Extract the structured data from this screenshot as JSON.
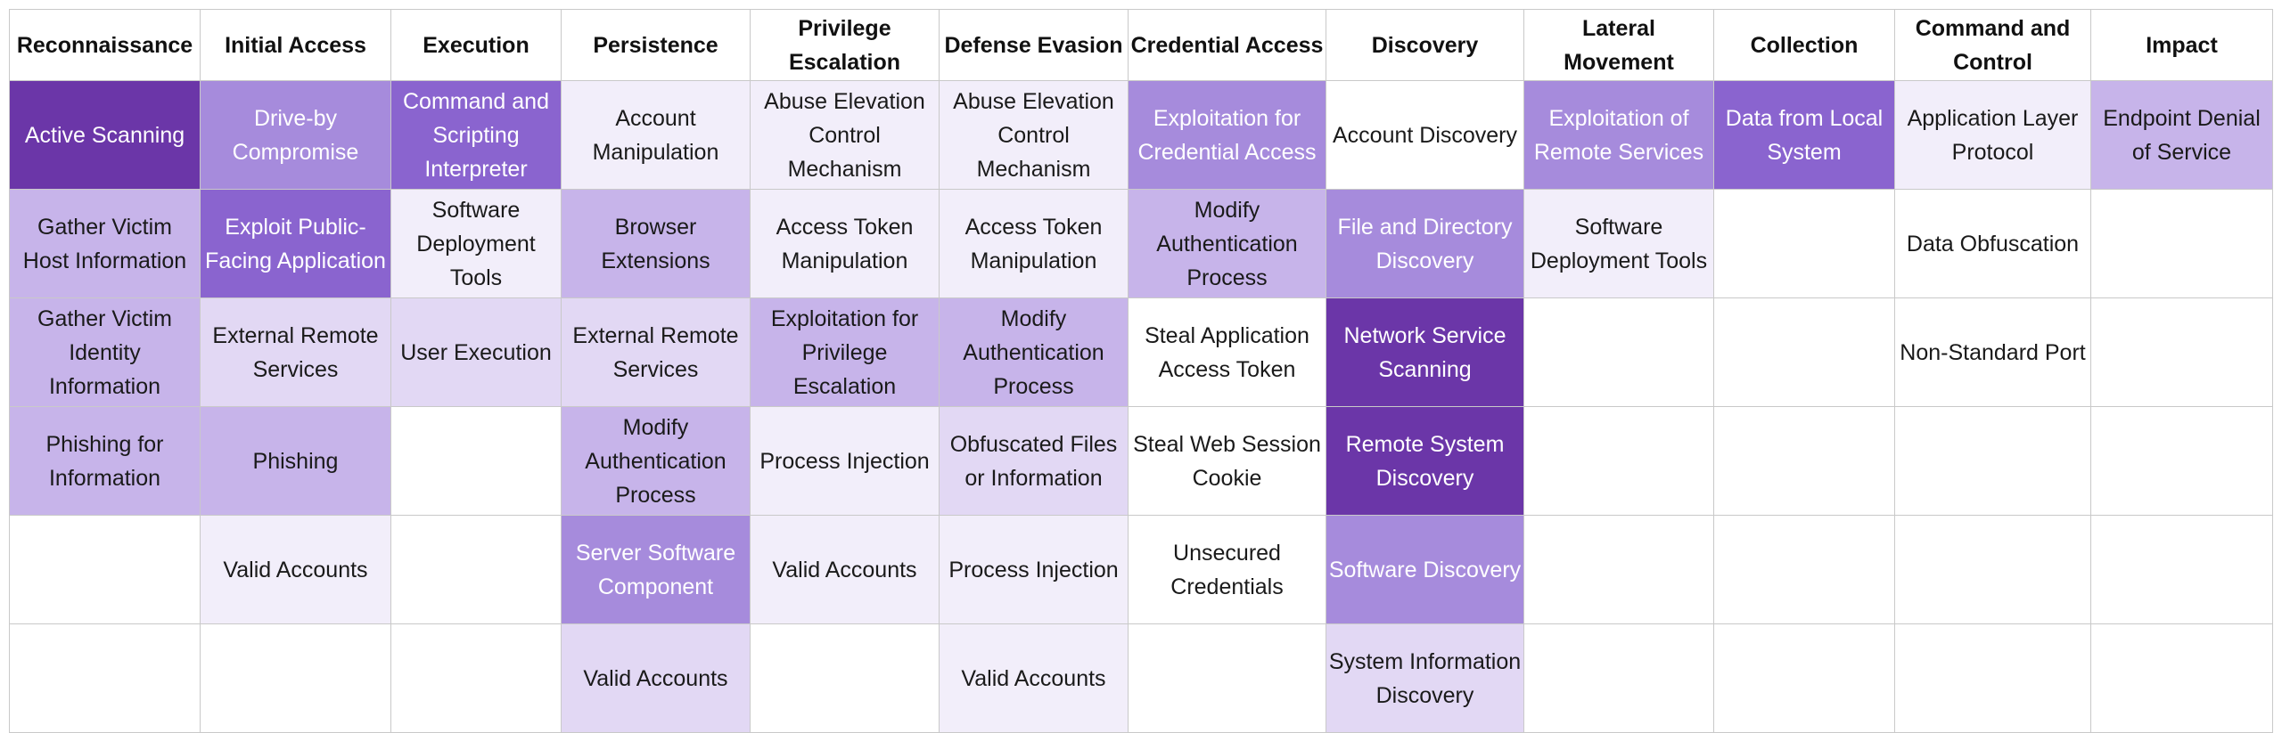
{
  "matrix": {
    "columns": [
      {
        "header": "Reconnaissance",
        "cells": [
          {
            "text": "Active Scanning",
            "level": 6
          },
          {
            "text": "Gather Victim Host Information",
            "level": 3
          },
          {
            "text": "Gather Victim Identity Information",
            "level": 3
          },
          {
            "text": "Phishing for Information",
            "level": 3
          },
          {
            "text": "",
            "level": 0
          },
          {
            "text": "",
            "level": 0
          }
        ]
      },
      {
        "header": "Initial Access",
        "cells": [
          {
            "text": "Drive-by Compromise",
            "level": 4
          },
          {
            "text": "Exploit Public-Facing Application",
            "level": 5
          },
          {
            "text": "External Remote Services",
            "level": 2
          },
          {
            "text": "Phishing",
            "level": 3
          },
          {
            "text": "Valid Accounts",
            "level": 1
          },
          {
            "text": "",
            "level": 0
          }
        ]
      },
      {
        "header": "Execution",
        "cells": [
          {
            "text": "Command and Scripting Interpreter",
            "level": 5
          },
          {
            "text": "Software Deployment Tools",
            "level": 1
          },
          {
            "text": "User Execution",
            "level": 2
          },
          {
            "text": "",
            "level": 0
          },
          {
            "text": "",
            "level": 0
          },
          {
            "text": "",
            "level": 0
          }
        ]
      },
      {
        "header": "Persistence",
        "cells": [
          {
            "text": "Account Manipulation",
            "level": 1
          },
          {
            "text": "Browser Extensions",
            "level": 3
          },
          {
            "text": "External Remote Services",
            "level": 2
          },
          {
            "text": "Modify Authentication Process",
            "level": 3
          },
          {
            "text": "Server Software Component",
            "level": 4
          },
          {
            "text": "Valid Accounts",
            "level": 2
          }
        ]
      },
      {
        "header": "Privilege Escalation",
        "cells": [
          {
            "text": "Abuse Elevation Control Mechanism",
            "level": 1
          },
          {
            "text": "Access Token Manipulation",
            "level": 1
          },
          {
            "text": "Exploitation for Privilege Escalation",
            "level": 3
          },
          {
            "text": "Process Injection",
            "level": 1
          },
          {
            "text": "Valid Accounts",
            "level": 1
          },
          {
            "text": "",
            "level": 0
          }
        ]
      },
      {
        "header": "Defense Evasion",
        "cells": [
          {
            "text": "Abuse Elevation Control Mechanism",
            "level": 1
          },
          {
            "text": "Access Token Manipulation",
            "level": 1
          },
          {
            "text": "Modify Authentication Process",
            "level": 3
          },
          {
            "text": "Obfuscated Files or Information",
            "level": 2
          },
          {
            "text": "Process Injection",
            "level": 1
          },
          {
            "text": "Valid Accounts",
            "level": 1
          }
        ]
      },
      {
        "header": "Credential Access",
        "cells": [
          {
            "text": "Exploitation for Credential Access",
            "level": 4
          },
          {
            "text": "Modify Authentication Process",
            "level": 3
          },
          {
            "text": "Steal Application Access Token",
            "level": 0
          },
          {
            "text": "Steal Web Session Cookie",
            "level": 0
          },
          {
            "text": "Unsecured Credentials",
            "level": 0
          },
          {
            "text": "",
            "level": 0
          }
        ]
      },
      {
        "header": "Discovery",
        "cells": [
          {
            "text": "Account Discovery",
            "level": 0
          },
          {
            "text": "File and Directory Discovery",
            "level": 4
          },
          {
            "text": "Network Service Scanning",
            "level": 6
          },
          {
            "text": "Remote System Discovery",
            "level": 6
          },
          {
            "text": "Software Discovery",
            "level": 4
          },
          {
            "text": "System Information Discovery",
            "level": 2
          }
        ]
      },
      {
        "header": "Lateral Movement",
        "cells": [
          {
            "text": "Exploitation of Remote Services",
            "level": 4
          },
          {
            "text": "Software Deployment Tools",
            "level": 1
          },
          {
            "text": "",
            "level": 0
          },
          {
            "text": "",
            "level": 0
          },
          {
            "text": "",
            "level": 0
          },
          {
            "text": "",
            "level": 0
          }
        ]
      },
      {
        "header": "Collection",
        "cells": [
          {
            "text": "Data from Local System",
            "level": 5
          },
          {
            "text": "",
            "level": 0
          },
          {
            "text": "",
            "level": 0
          },
          {
            "text": "",
            "level": 0
          },
          {
            "text": "",
            "level": 0
          },
          {
            "text": "",
            "level": 0
          }
        ]
      },
      {
        "header": "Command and Control",
        "cells": [
          {
            "text": "Application Layer Protocol",
            "level": 1
          },
          {
            "text": "Data Obfuscation",
            "level": 0
          },
          {
            "text": "Non-Standard Port",
            "level": 0
          },
          {
            "text": "",
            "level": 0
          },
          {
            "text": "",
            "level": 0
          },
          {
            "text": "",
            "level": 0
          }
        ]
      },
      {
        "header": "Impact",
        "cells": [
          {
            "text": "Endpoint Denial of Service",
            "level": 3
          },
          {
            "text": "",
            "level": 0
          },
          {
            "text": "",
            "level": 0
          },
          {
            "text": "",
            "level": 0
          },
          {
            "text": "",
            "level": 0
          },
          {
            "text": "",
            "level": 0
          }
        ]
      }
    ],
    "level_colors": [
      "#ffffff",
      "#f2eefa",
      "#e2d8f4",
      "#c7b4ea",
      "#a68bdc",
      "#8a64cf",
      "#6b36a8"
    ]
  }
}
